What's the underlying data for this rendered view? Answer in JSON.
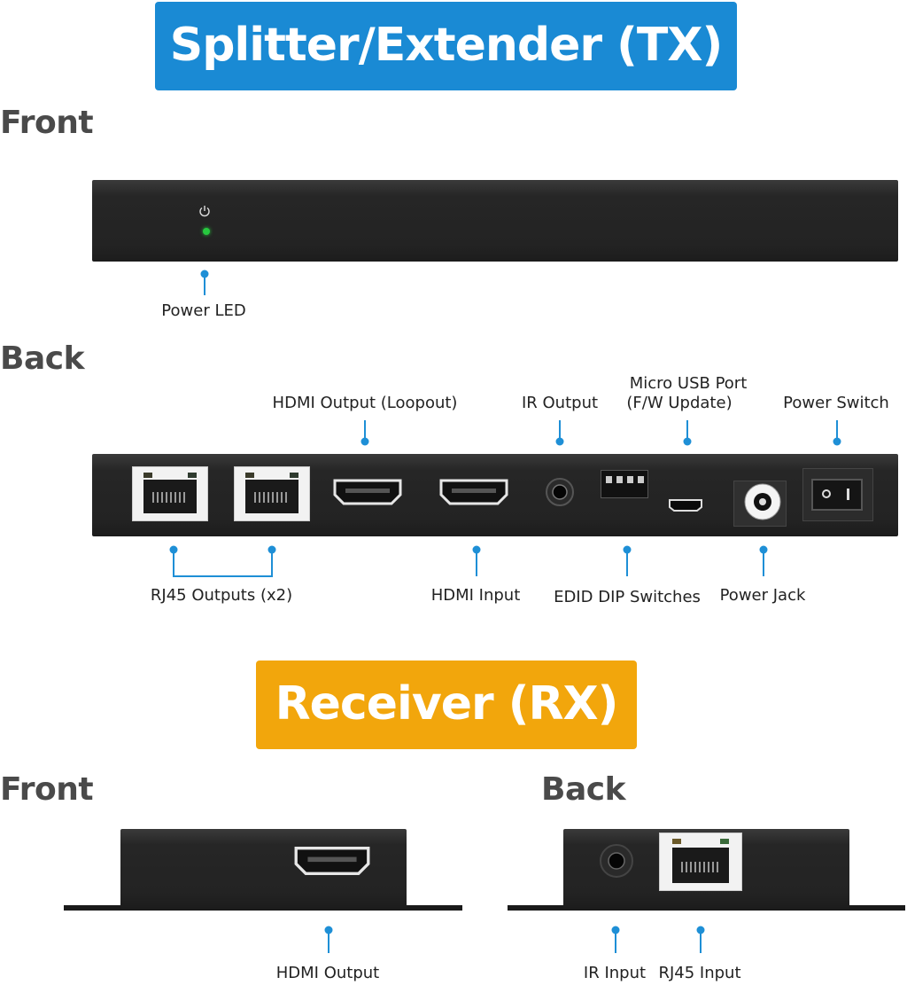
{
  "banners": {
    "tx": {
      "text": "Splitter/Extender (TX)",
      "color": "#1a8ad4"
    },
    "rx": {
      "text": "Receiver (RX)",
      "color": "#f2a60c"
    }
  },
  "tx": {
    "front_heading": "Front",
    "back_heading": "Back",
    "front_labels": {
      "power_led": "Power LED"
    },
    "back_labels": {
      "hdmi_loopout": "HDMI Output (Loopout)",
      "ir_output": "IR Output",
      "micro_usb_line1": "Micro USB Port",
      "micro_usb_line2": "(F/W Update)",
      "power_switch": "Power Switch",
      "rj45_outputs": "RJ45 Outputs (x2)",
      "hdmi_input": "HDMI Input",
      "edid_dip": "EDID DIP Switches",
      "power_jack": "Power Jack"
    }
  },
  "rx": {
    "front_heading": "Front",
    "back_heading": "Back",
    "labels": {
      "hdmi_output": "HDMI Output",
      "ir_input": "IR Input",
      "rj45_input": "RJ45 Input"
    }
  },
  "colors": {
    "callout": "#1e8fd6",
    "led_green": "#27c93f",
    "panel": "#262626"
  }
}
